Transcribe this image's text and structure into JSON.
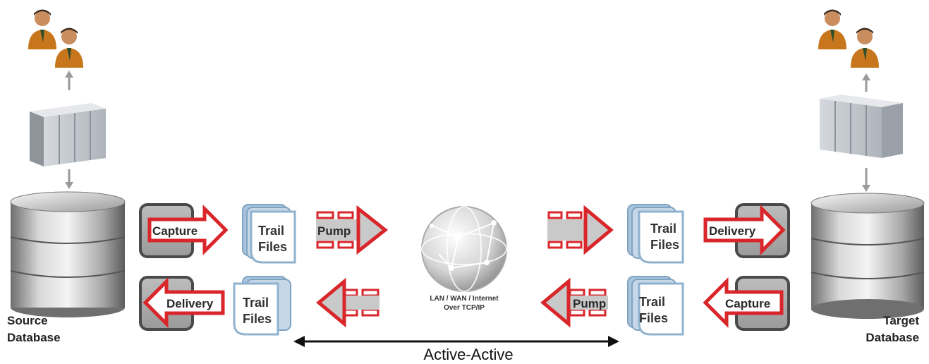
{
  "source": {
    "label_line1": "Source",
    "label_line2": "Database"
  },
  "target": {
    "label_line1": "Target",
    "label_line2": "Database"
  },
  "left_top": {
    "capture": "Capture",
    "trail_line1": "Trail",
    "trail_line2": "Files",
    "pump": "Pump"
  },
  "left_bottom": {
    "delivery": "Delivery",
    "trail_line1": "Trail",
    "trail_line2": "Files"
  },
  "right_top": {
    "trail_line1": "Trail",
    "trail_line2": "Files",
    "delivery": "Delivery"
  },
  "right_bottom": {
    "pump": "Pump",
    "trail_line1": "Trail",
    "trail_line2": "Files",
    "capture": "Capture"
  },
  "network": {
    "line1": "LAN /  WAN / Internet",
    "line2": "Over TCP/IP"
  },
  "footer": {
    "label": "Active-Active"
  },
  "icons": [
    "users-icon",
    "server-icon",
    "database-icon",
    "globe-icon"
  ],
  "colors": {
    "accent_red": "#d9262b",
    "trail_blue": "#8fb2cf",
    "arrow_gray": "#c9c9c9"
  }
}
